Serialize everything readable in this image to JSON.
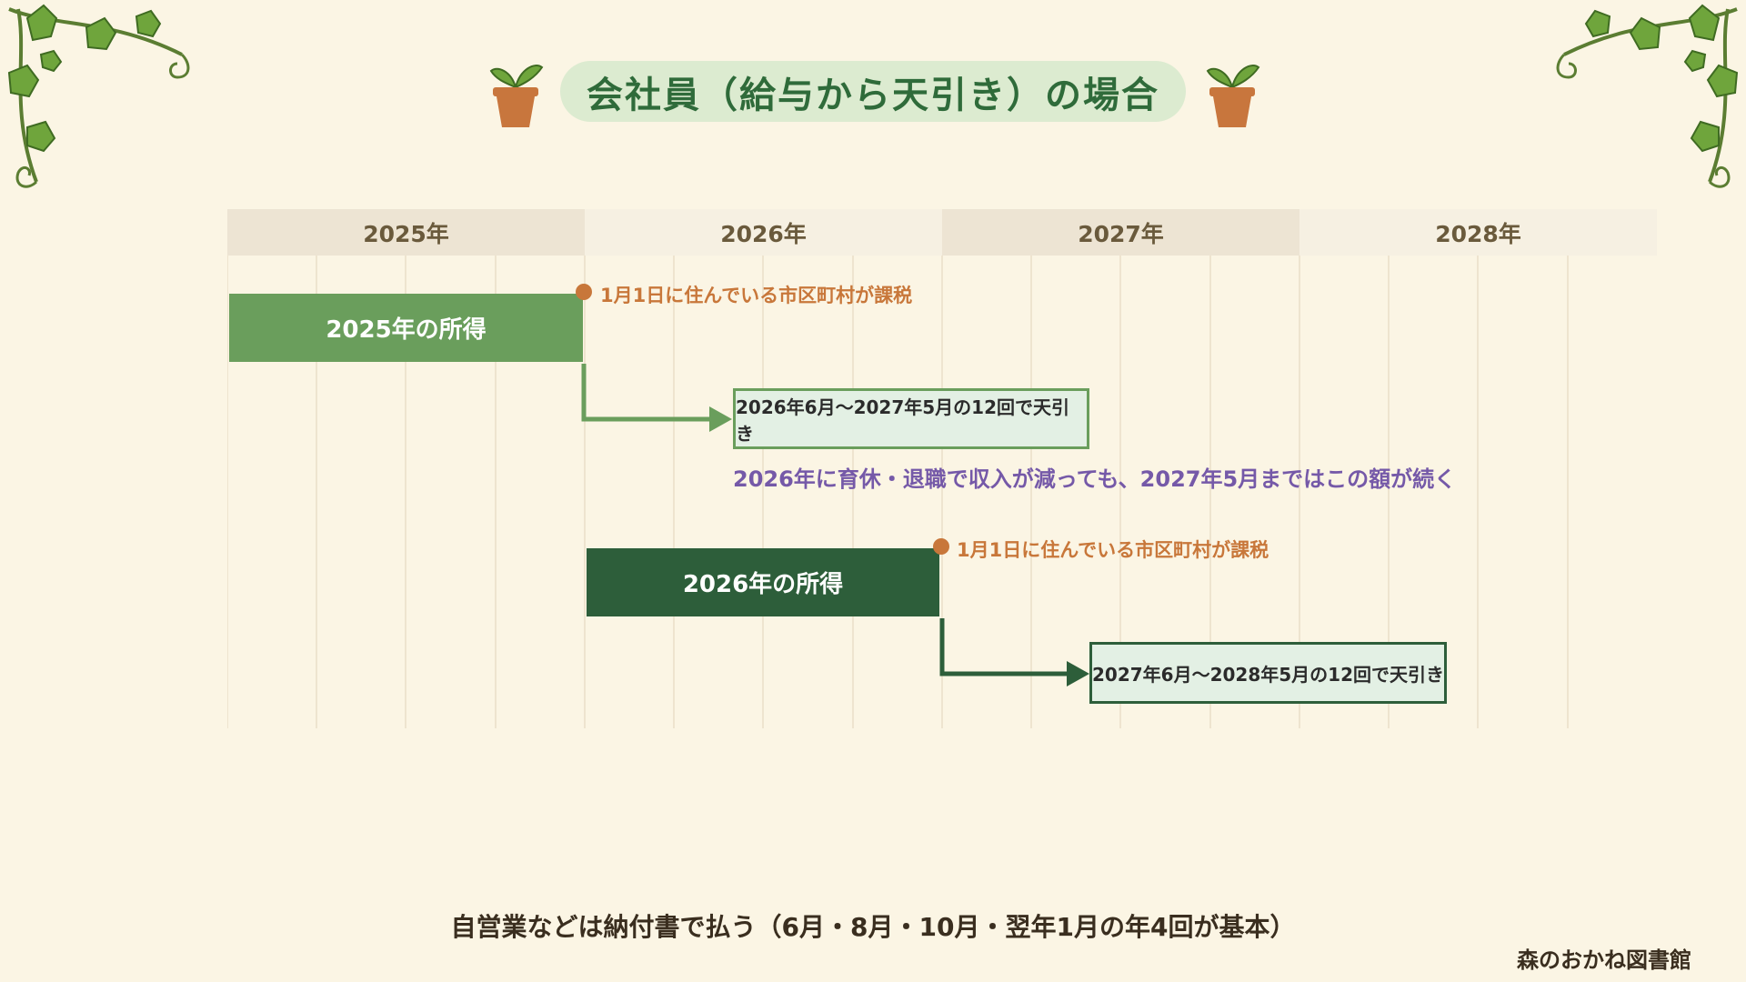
{
  "title": "会社員（給与から天引き）の場合",
  "years": [
    "2025年",
    "2026年",
    "2027年",
    "2028年"
  ],
  "rows": [
    {
      "income_label": "2025年の所得",
      "tax_note": "1月1日に住んでいる市区町村が課税",
      "deduction": "2026年6月〜2027年5月の12回で天引き",
      "color": "#6a9e5c"
    },
    {
      "income_label": "2026年の所得",
      "tax_note": "1月1日に住んでいる市区町村が課税",
      "deduction": "2027年6月〜2028年5月の12回で天引き",
      "color": "#2d5e3a"
    }
  ],
  "caution": "2026年に育休・退職で収入が減っても、2027年5月まではこの額が続く",
  "footer": "自営業などは納付書で払う（6月・8月・10月・翌年1月の年4回が基本）",
  "credit": "森のおかね図書館",
  "icons": [
    "ivy-icon",
    "plant-pot-icon"
  ]
}
